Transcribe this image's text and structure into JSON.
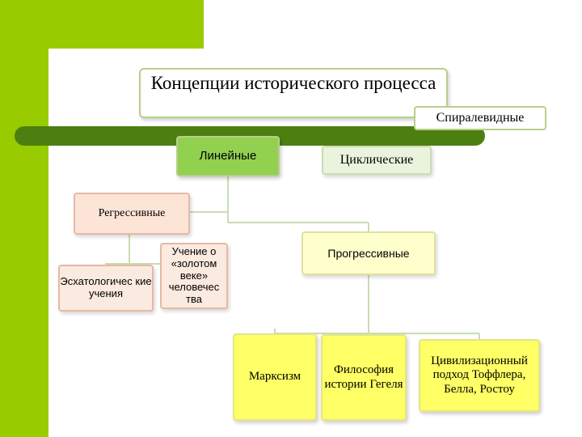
{
  "diagram": {
    "title": "Концепции исторического процесса",
    "spiral": "Спиралевидные",
    "linear": "Линейные",
    "cyclic": "Циклические",
    "regressive": "Регрессивные",
    "eschatological": "Эсхатологичес кие учения",
    "golden_age": "Учение о «золотом веке» человечес тва",
    "progressive": "Прогрессивные",
    "marxism": "Марксизм",
    "hegel": "Философия истории Гегеля",
    "civilizational": "Цивилизационный подход Тоффлера, Белла, Ростоу"
  },
  "colors": {
    "accent_green": "#99CC00",
    "bar_green": "#4D7F10",
    "linear_fill": "#92D050",
    "regressive_fill": "#FCE4D6",
    "progressive_fill": "#FFFFCC",
    "leaf_yellow": "#FFFF66"
  }
}
